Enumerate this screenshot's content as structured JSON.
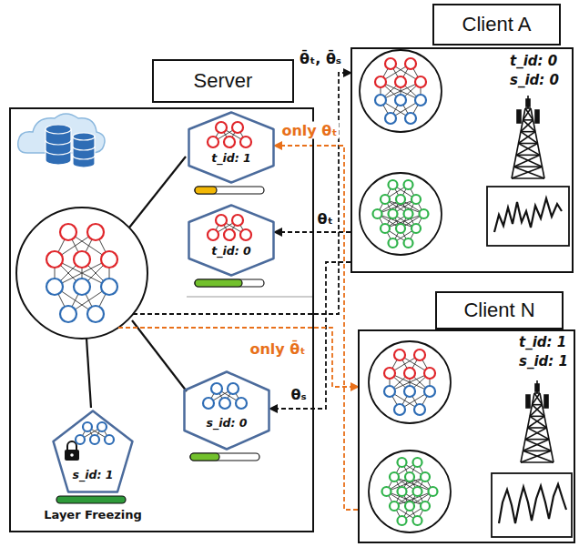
{
  "diagram": {
    "nodes": [
      {
        "text": [
          "Server"
        ]
      },
      {
        "text": [
          "t_id: 1"
        ],
        "in": 0
      },
      {
        "text": [
          "t_id: 0"
        ],
        "in": 0
      },
      {
        "text": [
          "s_id: 0"
        ],
        "in": 0
      },
      {
        "text": [
          "s_id: 1",
          "Layer Freezing"
        ],
        "in": 0
      },
      {
        "text": [
          "Client A"
        ]
      },
      {
        "text": [
          "Client N"
        ]
      }
    ],
    "edges": [
      {
        "from": 0,
        "to": 5,
        "arrow": "to",
        "label": "θ̄ₜ, θ̄ₛ"
      },
      {
        "from": 5,
        "to": 2,
        "arrow": "to",
        "label": "θₜ"
      },
      {
        "from": 5,
        "to": 3,
        "arrow": "to",
        "label": "θₛ"
      },
      {
        "from": 6,
        "to": 1,
        "arrow": "to",
        "label": "only θₜ"
      },
      {
        "from": 0,
        "to": 6,
        "arrow": "to",
        "label": "only θ̄ₜ"
      }
    ],
    "labels": [
      "t_id: 0",
      "s_id: 0",
      "t_id: 1",
      "s_id: 1"
    ]
  }
}
